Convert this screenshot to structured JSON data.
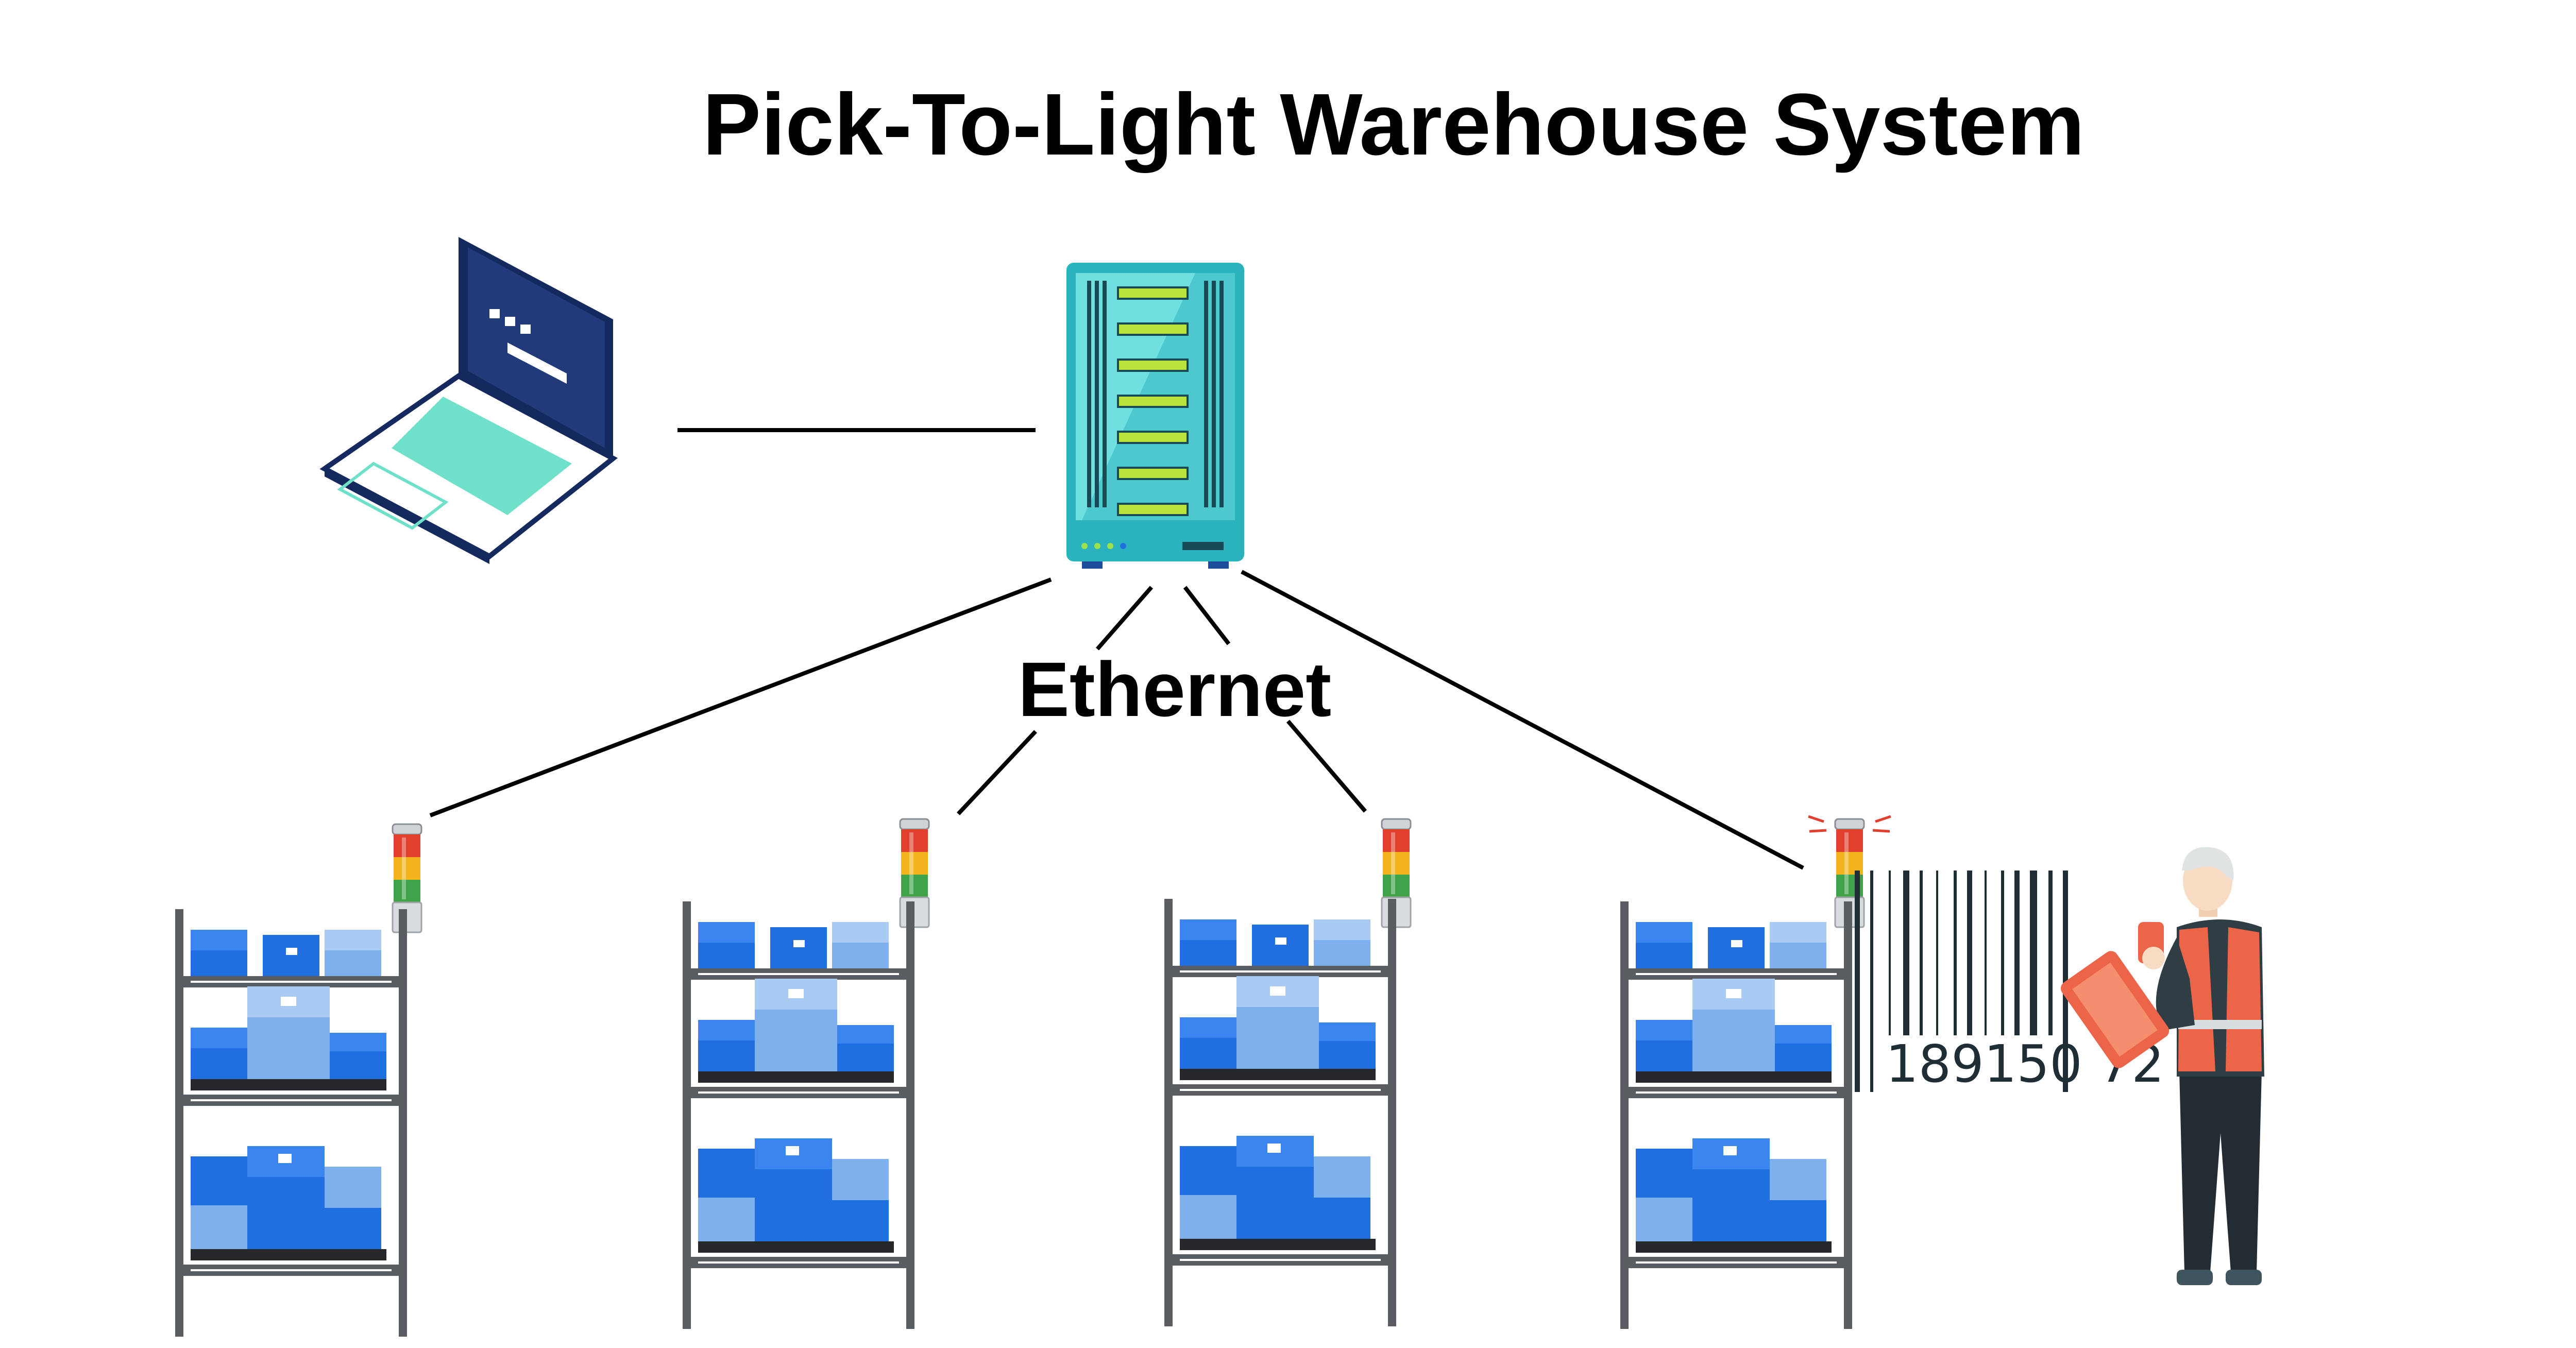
{
  "title": "Pick-To-Light Warehouse System",
  "network_label": "Ethernet",
  "barcode_number": "189150 72",
  "nodes": {
    "laptop": "laptop-icon",
    "server": "server-rack-icon",
    "shelves": [
      "shelf-rack-1",
      "shelf-rack-2",
      "shelf-rack-3",
      "shelf-rack-4"
    ],
    "worker": "warehouse-worker-icon",
    "barcode": "barcode-icon"
  },
  "colors": {
    "box_dark": "#1f6fe0",
    "box_light": "#7fb0ee",
    "shelf_frame": "#595c61",
    "server_teal": "#2ab3bf",
    "light_red": "#e2402f",
    "light_amber": "#f3b41d",
    "light_green": "#3fa34a",
    "vest_orange": "#ec6548"
  }
}
